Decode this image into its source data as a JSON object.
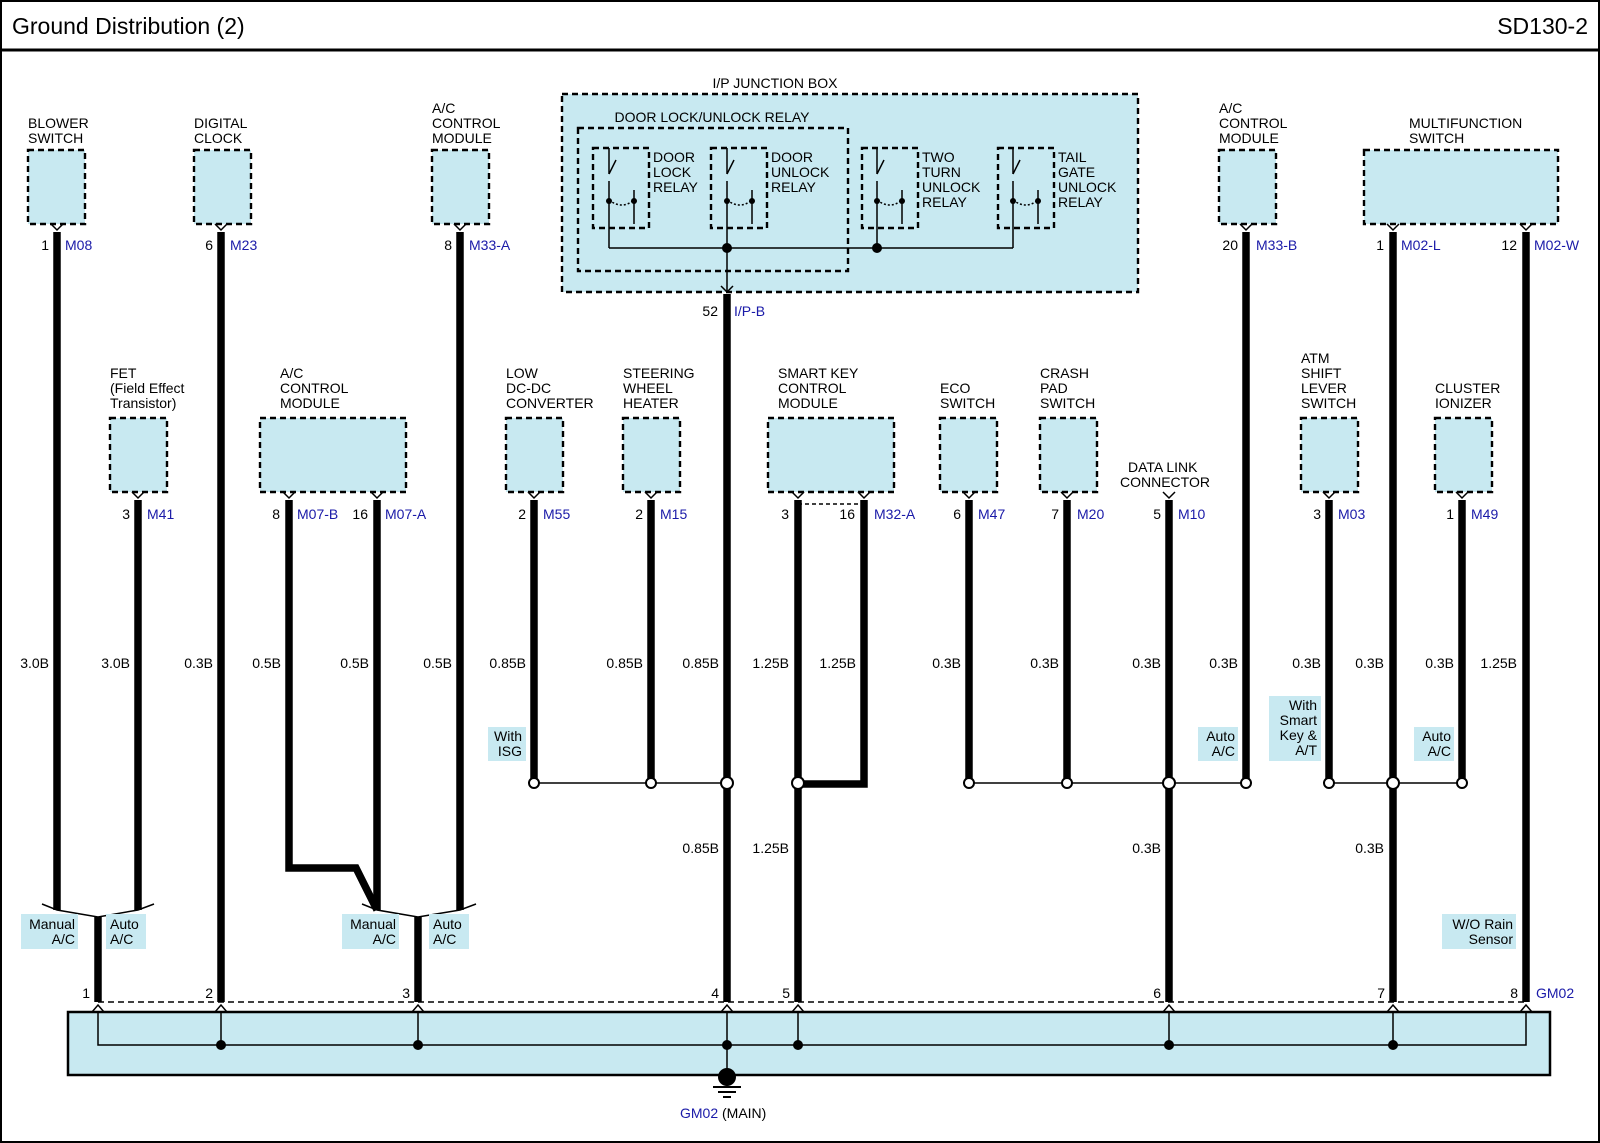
{
  "header": {
    "title": "Ground Distribution (2)",
    "code": "SD130-2"
  },
  "junction_box": {
    "title": "I/P JUNCTION BOX",
    "relay_group": "DOOR LOCK/UNLOCK RELAY",
    "relays": [
      [
        "DOOR",
        "LOCK",
        "RELAY"
      ],
      [
        "DOOR",
        "UNLOCK",
        "RELAY"
      ],
      [
        "TWO",
        "TURN",
        "UNLOCK",
        "RELAY"
      ],
      [
        "TAIL",
        "GATE",
        "UNLOCK",
        "RELAY"
      ]
    ],
    "pin": "52",
    "connector": "I/P-B"
  },
  "components": [
    {
      "name": [
        "BLOWER",
        "SWITCH"
      ],
      "pin": "1",
      "connector": "M08",
      "wire": "3.0B"
    },
    {
      "name": [
        "DIGITAL",
        "CLOCK"
      ],
      "pin": "6",
      "connector": "M23",
      "wire": "0.3B"
    },
    {
      "name": [
        "A/C",
        "CONTROL",
        "MODULE"
      ],
      "pin": "8",
      "connector": "M33-A",
      "wire": "0.5B"
    },
    {
      "name": [
        "A/C",
        "CONTROL",
        "MODULE"
      ],
      "pin": "20",
      "connector": "M33-B",
      "wire": "0.3B"
    },
    {
      "name": [
        "MULTIFUNCTION",
        "SWITCH"
      ],
      "pins": [
        "1",
        "12"
      ],
      "connectors": [
        "M02-L",
        "M02-W"
      ],
      "wires": [
        "0.3B",
        "1.25B"
      ]
    },
    {
      "name": [
        "FET",
        "(Field Effect",
        "Transistor)"
      ],
      "pin": "3",
      "connector": "M41",
      "wire": "3.0B"
    },
    {
      "name": [
        "A/C",
        "CONTROL",
        "MODULE"
      ],
      "pins": [
        "8",
        "16"
      ],
      "connectors": [
        "M07-B",
        "M07-A"
      ],
      "wires": [
        "0.5B",
        "0.5B"
      ]
    },
    {
      "name": [
        "LOW",
        "DC-DC",
        "CONVERTER"
      ],
      "pin": "2",
      "connector": "M55",
      "wire": "0.85B"
    },
    {
      "name": [
        "STEERING",
        "WHEEL",
        "HEATER"
      ],
      "pin": "2",
      "connector": "M15",
      "wire": "0.85B"
    },
    {
      "name": [
        "SMART KEY",
        "CONTROL",
        "MODULE"
      ],
      "pins": [
        "3",
        "16"
      ],
      "connector": "M32-A",
      "wires": [
        "1.25B",
        "1.25B"
      ]
    },
    {
      "name": [
        "ECO",
        "SWITCH"
      ],
      "pin": "6",
      "connector": "M47",
      "wire": "0.3B"
    },
    {
      "name": [
        "CRASH",
        "PAD",
        "SWITCH"
      ],
      "pin": "7",
      "connector": "M20",
      "wire": "0.3B"
    },
    {
      "name": [
        "DATA LINK",
        "CONNECTOR"
      ],
      "pin": "5",
      "connector": "M10",
      "wire": "0.3B"
    },
    {
      "name": [
        "ATM",
        "SHIFT",
        "LEVER",
        "SWITCH"
      ],
      "pin": "3",
      "connector": "M03",
      "wire": "0.3B"
    },
    {
      "name": [
        "CLUSTER",
        "IONIZER"
      ],
      "pin": "1",
      "connector": "M49",
      "wire": "0.3B"
    }
  ],
  "junction_wires": {
    "ip_upper": "0.85B",
    "ip_lower": "0.85B",
    "smart_lower": "1.25B",
    "dlc_lower": "0.3B",
    "mf_lower": "0.3B"
  },
  "options": {
    "with_isg": [
      "With",
      "ISG"
    ],
    "auto_ac": [
      "Auto",
      "A/C"
    ],
    "manual_ac": [
      "Manual",
      "A/C"
    ],
    "with_smart_key_at": [
      "With",
      "Smart",
      "Key &",
      "A/T"
    ],
    "wo_rain_sensor": [
      "W/O Rain",
      "Sensor"
    ]
  },
  "ground": {
    "pins": [
      "1",
      "2",
      "3",
      "4",
      "5",
      "6",
      "7",
      "8"
    ],
    "connector": "GM02",
    "main_code": "GM02",
    "main_suffix": "(MAIN)"
  }
}
